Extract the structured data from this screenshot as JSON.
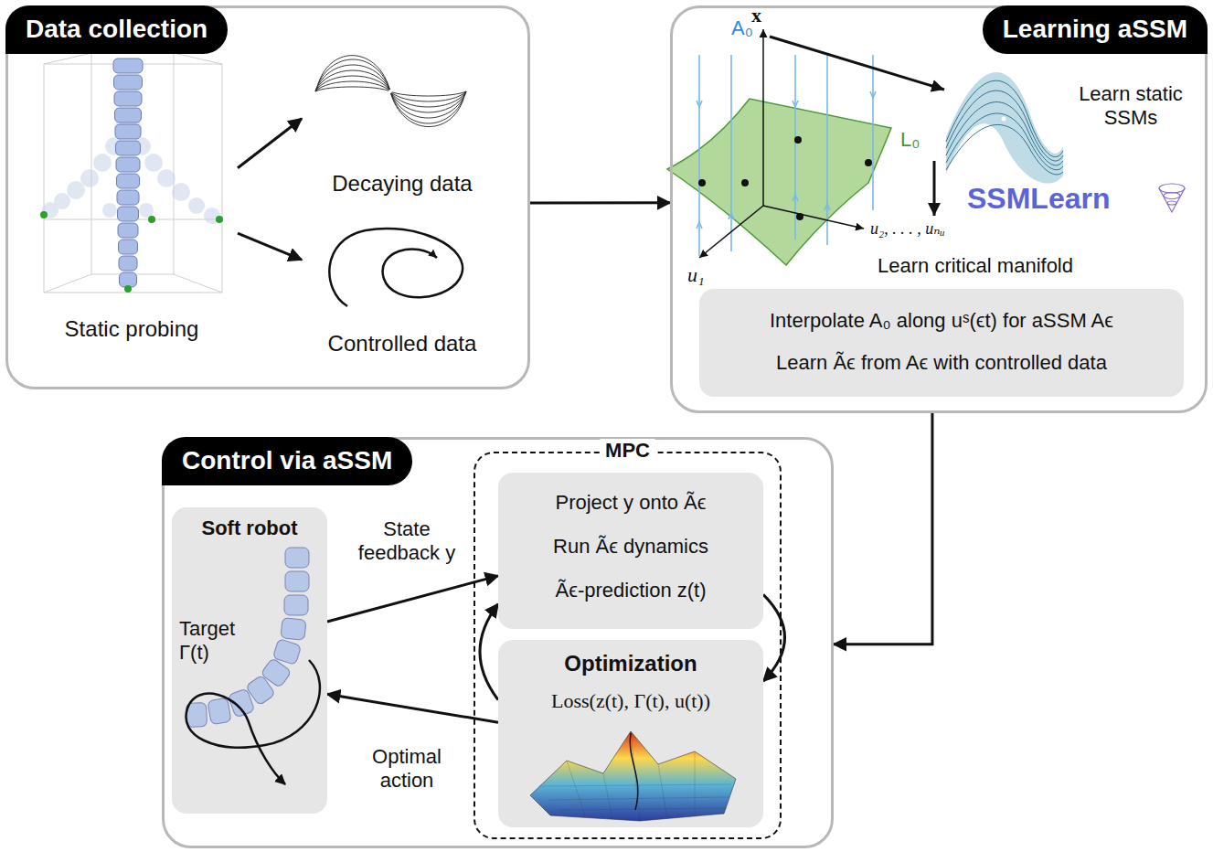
{
  "diagram": {
    "nodes": [
      {
        "text": [
          "Data collection"
        ]
      },
      {
        "text": [
          "Static probing"
        ],
        "in": 0
      },
      {
        "text": [
          "Decaying data"
        ],
        "in": 0
      },
      {
        "text": [
          "Controlled data"
        ],
        "in": 0
      },
      {
        "text": [
          "Learning aSSM"
        ]
      },
      {
        "text": [
          "Interpolate A₀ along uˢ(ϵt) for aSSM Aϵ",
          "Learn Ãϵ from Aϵ with controlled data"
        ],
        "in": 4
      },
      {
        "text": [
          "Control via aSSM"
        ]
      },
      {
        "text": [
          "Soft robot",
          "Target Γ(t)"
        ],
        "in": 6
      },
      {
        "text": [
          "MPC"
        ],
        "in": 6
      },
      {
        "text": [
          "Project y onto Ãϵ",
          "Run Ãϵ dynamics",
          "Ãϵ-prediction z(t)"
        ],
        "in": 8
      },
      {
        "text": [
          "Optimization",
          "Loss(z(t), Γ(t), u(t))"
        ],
        "in": 8
      }
    ],
    "edges": [
      {
        "from": 0,
        "to": 4,
        "arrow": "to"
      },
      {
        "from": 1,
        "to": 2,
        "arrow": "to"
      },
      {
        "from": 1,
        "to": 3,
        "arrow": "to"
      },
      {
        "from": 4,
        "to": 6,
        "arrow": "to"
      },
      {
        "from": 7,
        "to": 9,
        "label": "State feedback y",
        "arrow": "to"
      },
      {
        "from": 10,
        "to": 7,
        "label": "Optimal action",
        "arrow": "to"
      },
      {
        "from": 9,
        "to": 10,
        "arrow": "to"
      },
      {
        "from": 10,
        "to": 9,
        "arrow": "to"
      }
    ],
    "labels": [
      "x",
      "u₁",
      "u₂, . . . , uₙᵤ",
      "A₀",
      "L₀",
      "Learn static SSMs",
      "SSMLearn",
      "Learn critical manifold"
    ]
  }
}
